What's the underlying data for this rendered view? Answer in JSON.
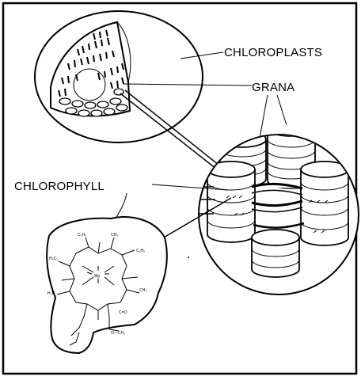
{
  "labels": {
    "chloroplasts": "CHLOROPLASTS",
    "grana": "GRANA",
    "chlorophyll": "CHLOROPHYLL"
  },
  "molecule_text": {
    "ethyl": "C₂H₅",
    "methyl": "CH₃",
    "ethyl_left": "H₅C₂",
    "ethyl_right": "C₂H₅",
    "mg": "Mg",
    "methyl_left": "H₃C",
    "methyl_right": "CH₃",
    "carbonyl": "C=O",
    "ester": "O—CH₃"
  }
}
